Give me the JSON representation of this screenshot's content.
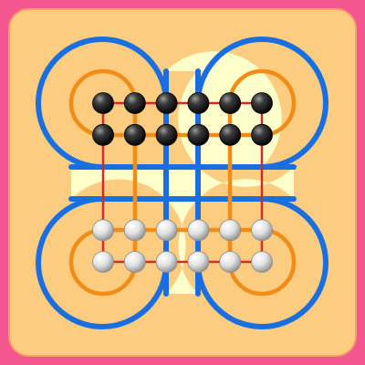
{
  "game": {
    "board_cols": 6,
    "board_rows": 6,
    "colors": {
      "frame": "#f4578f",
      "board": "#fccd80",
      "board_border": "#f7a16c",
      "loop_fill": "#ffffcc",
      "outer_loop": "#1a6fe0",
      "inner_loop": "#f28c14",
      "grid_line": "#d12a2a",
      "black_piece": "#1a1a1a",
      "white_piece": "#c9c9c9"
    },
    "black_pieces": [
      [
        0,
        0
      ],
      [
        1,
        0
      ],
      [
        2,
        0
      ],
      [
        3,
        0
      ],
      [
        4,
        0
      ],
      [
        5,
        0
      ],
      [
        0,
        1
      ],
      [
        1,
        1
      ],
      [
        2,
        1
      ],
      [
        3,
        1
      ],
      [
        4,
        1
      ],
      [
        5,
        1
      ]
    ],
    "white_pieces": [
      [
        0,
        4
      ],
      [
        1,
        4
      ],
      [
        2,
        4
      ],
      [
        3,
        4
      ],
      [
        4,
        4
      ],
      [
        5,
        4
      ],
      [
        0,
        5
      ],
      [
        1,
        5
      ],
      [
        2,
        5
      ],
      [
        3,
        5
      ],
      [
        4,
        5
      ],
      [
        5,
        5
      ]
    ]
  }
}
